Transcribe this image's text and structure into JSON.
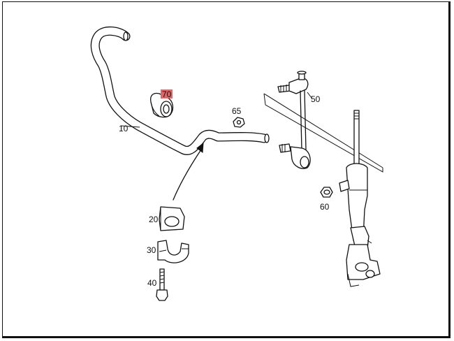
{
  "callouts": {
    "c10": "10",
    "c20": "20",
    "c30": "30",
    "c40": "40",
    "c50": "50",
    "c60": "60",
    "c65": "65",
    "c70": "70"
  },
  "highlight_color": "#e06767"
}
